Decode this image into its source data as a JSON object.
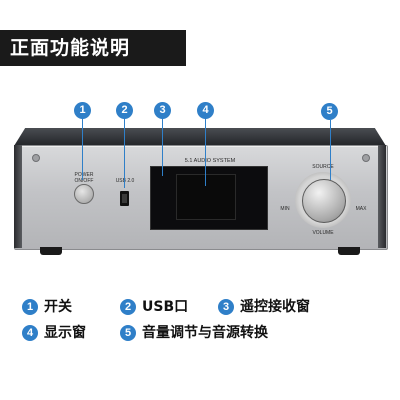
{
  "banner": {
    "title": "正面功能说明"
  },
  "markers": [
    "1",
    "2",
    "3",
    "4",
    "5"
  ],
  "device": {
    "power_label": "POWER\nON/OFF",
    "usb_label": "USB 2.0",
    "system_label": "5.1 AUDIO SYSTEM",
    "source_label": "SOURCE",
    "min_label": "MIN",
    "max_label": "MAX",
    "volume_label": "VOLUME"
  },
  "legend": [
    {
      "num": "1",
      "label": "开关"
    },
    {
      "num": "2",
      "label": "USB口"
    },
    {
      "num": "3",
      "label": "遥控接收窗"
    },
    {
      "num": "4",
      "label": "显示窗"
    },
    {
      "num": "5",
      "label": "音量调节与音源转换"
    }
  ],
  "colors": {
    "accent": "#2f7fc8",
    "banner_bg": "#1a1a1a"
  }
}
